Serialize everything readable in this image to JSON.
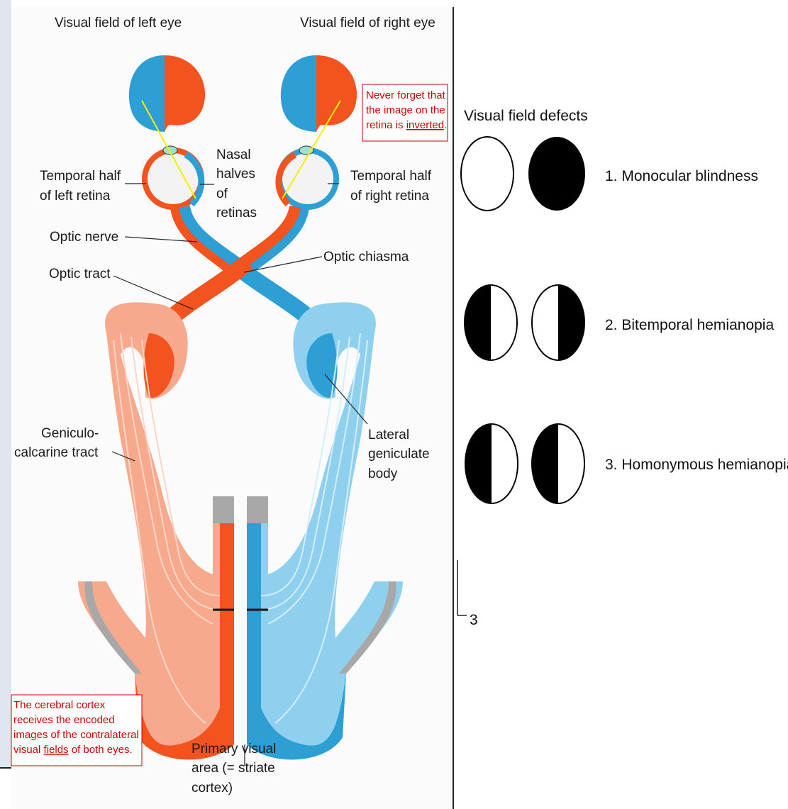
{
  "left_panel": {
    "field_left_title": "Visual field of left eye",
    "field_right_title": "Visual field of right eye",
    "note_top": [
      "Never forget that",
      "the image on the",
      "retina is ",
      "inverted",
      "."
    ],
    "temporal_left": [
      "Temporal half",
      "of left retina"
    ],
    "nasal": [
      "Nasal",
      "halves",
      "of",
      "retinas"
    ],
    "temporal_right": [
      "Temporal half",
      "of right retina"
    ],
    "optic_nerve": "Optic nerve",
    "optic_chiasma": "Optic chiasma",
    "optic_tract": "Optic tract",
    "geniculo": [
      "Geniculo-",
      "calcarine tract"
    ],
    "lateral": [
      "Lateral",
      "geniculate",
      "body"
    ],
    "note_bottom": [
      "The cerebral cortex",
      "receives the encoded",
      "images of the contralateral",
      "visual ",
      "fields",
      " of both eyes."
    ],
    "primary": [
      "Primary visual",
      "area (= striate",
      "cortex)"
    ]
  },
  "right_panel": {
    "title": "Visual field defects",
    "defects": [
      {
        "number": "1.",
        "label": "Monocular blindness"
      },
      {
        "number": "2.",
        "label": "Bitemporal hemianopia"
      },
      {
        "number": "3.",
        "label": "Homonymous hemianopia"
      }
    ],
    "marker": "3"
  },
  "colors": {
    "red": "#f2531f",
    "blue": "#2e9fd4",
    "light_red": "#f6a98d",
    "light_blue": "#8fd0ee",
    "gray": "#a8a8a8",
    "note_red": "#cc0000"
  }
}
